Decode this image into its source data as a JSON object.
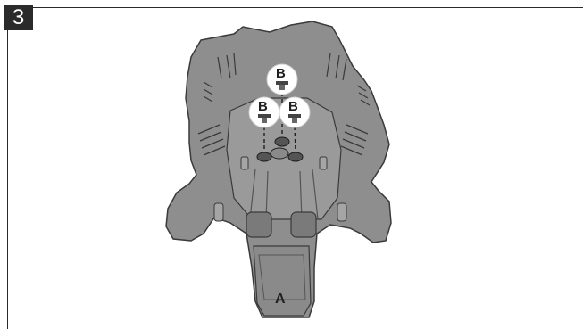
{
  "step": {
    "number": "3"
  },
  "labels": {
    "part_a": "A",
    "part_b": "B"
  },
  "colors": {
    "shell": "#8e8e8e",
    "shell_dark": "#6e6e6e",
    "outline": "#3a3a3a",
    "frame": "#2b2b2b",
    "callout_fill": "#ffffff"
  }
}
